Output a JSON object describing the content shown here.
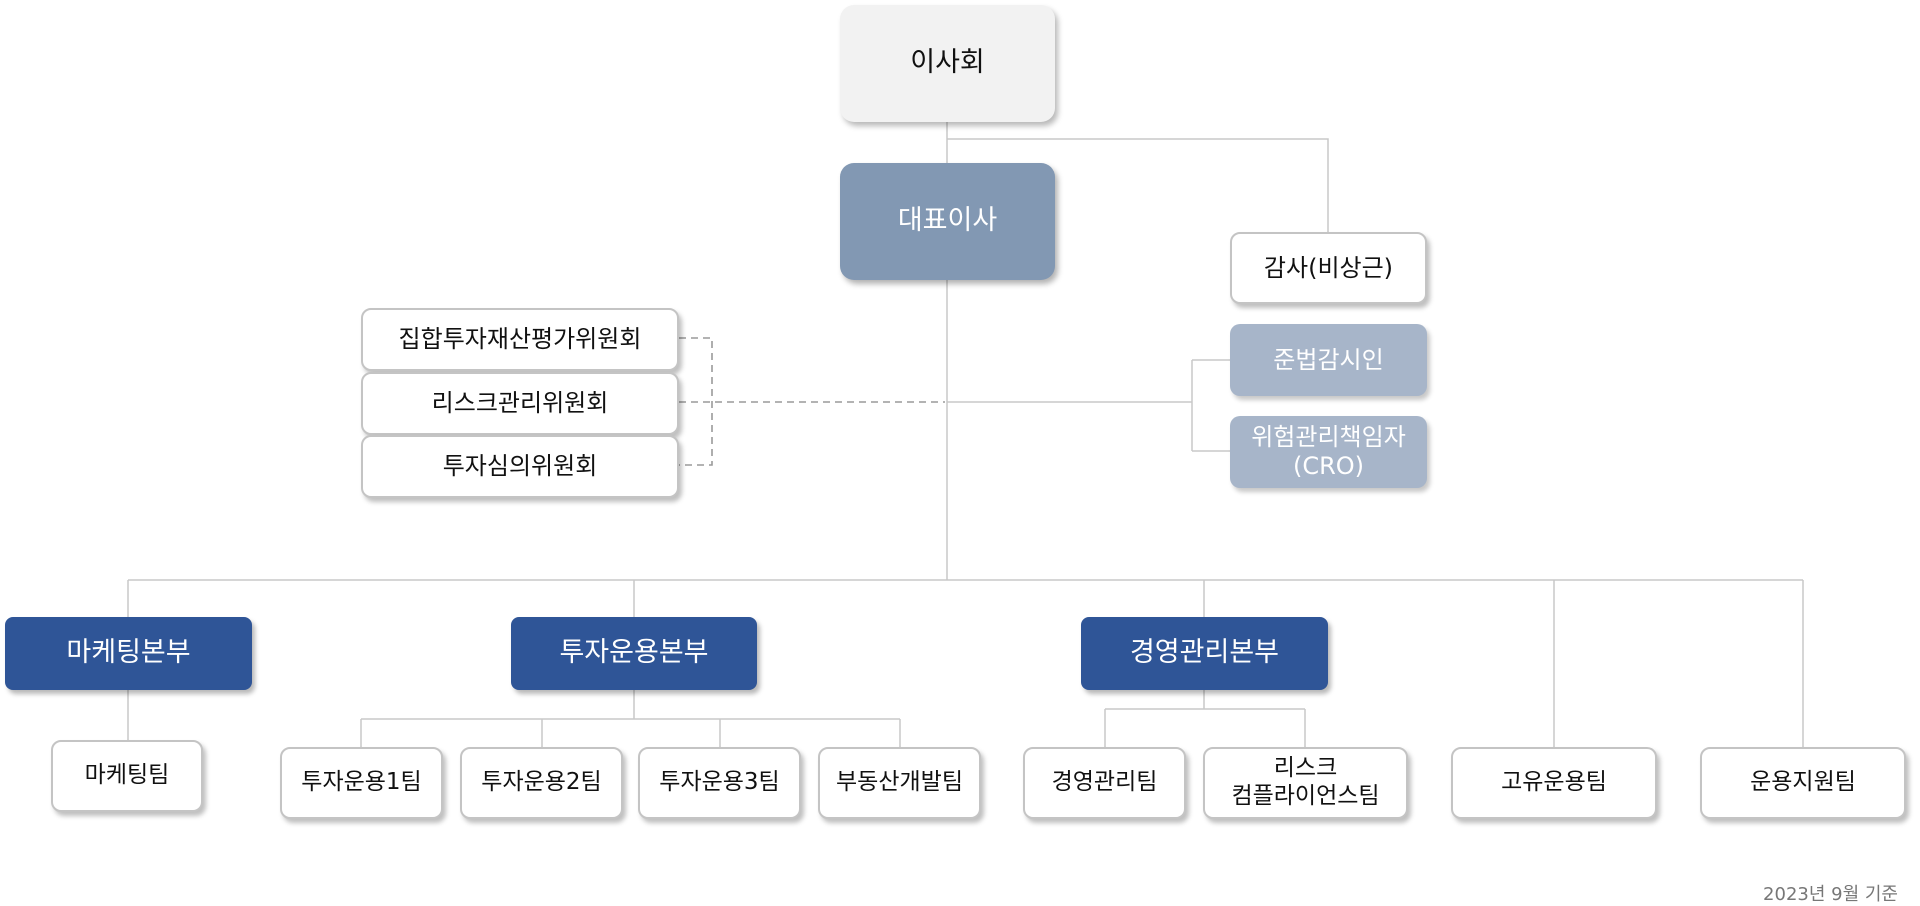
{
  "org_chart": {
    "board": "이사회",
    "ceo": "대표이사",
    "auditor": "감사(비상근)",
    "compliance_officer": "준법감시인",
    "cro": "위험관리책임자\n(CRO)",
    "committees": [
      "집합투자재산평가위원회",
      "리스크관리위원회",
      "투자심의위원회"
    ],
    "divisions": {
      "marketing": {
        "label": "마케팅본부",
        "teams": [
          "마케팅팀"
        ]
      },
      "investment": {
        "label": "투자운용본부",
        "teams": [
          "투자운용1팀",
          "투자운용2팀",
          "투자운용3팀",
          "부동산개발팀"
        ]
      },
      "management": {
        "label": "경영관리본부",
        "teams": [
          "경영관리팀",
          "리스크\n컴플라이언스팀"
        ]
      }
    },
    "independent_teams": [
      "고유운용팀",
      "운용지원팀"
    ]
  },
  "footnote": "2023년 9월 기준",
  "colors": {
    "board": "#f2f2f2",
    "ceo": "#8298b3",
    "officer": "#a7b5c9",
    "division": "#2f5597",
    "line": "#c8c8c8",
    "dashed": "#9a9a9a"
  }
}
